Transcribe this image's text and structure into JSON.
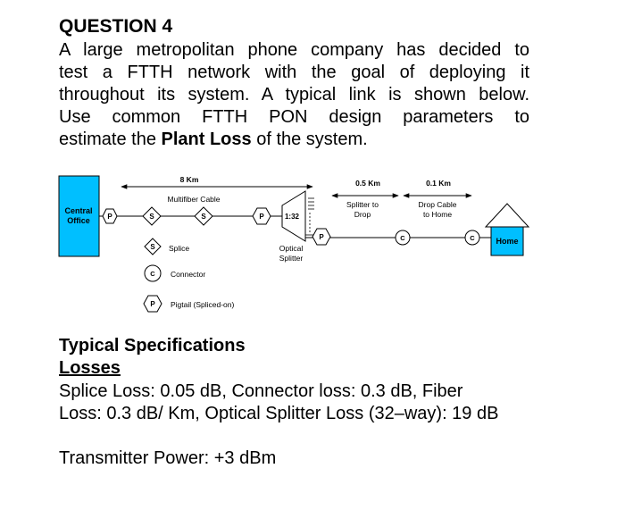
{
  "question": {
    "title": "QUESTION 4",
    "body_lines": [
      "A large metropolitan phone company has decided to",
      "test a FTTH network with the goal of deploying it",
      "throughout its system. A typical link is shown below.",
      "Use common FTTH PON design parameters to"
    ],
    "last_line_prefix": "estimate the ",
    "last_line_bold": "Plant Loss",
    "last_line_suffix": " of the system."
  },
  "diagram": {
    "central_office_line1": "Central",
    "central_office_line2": "Office",
    "distance_8km": "8 Km",
    "multifiber_cable": "Multifiber Cable",
    "distance_05km": "0.5 Km",
    "splitter_to_drop_1": "Splitter to",
    "splitter_to_drop_2": "Drop",
    "distance_01km": "0.1 Km",
    "drop_cable_1": "Drop Cable",
    "drop_cable_2": "to Home",
    "splitter_ratio": "1:32",
    "optical_splitter_1": "Optical",
    "optical_splitter_2": "Splitter",
    "home": "Home",
    "symbol_p": "P",
    "symbol_s": "S",
    "symbol_c": "C",
    "legend_splice": "Splice",
    "legend_connector": "Connector",
    "legend_pigtail": "Pigtail (Spliced-on)",
    "colors": {
      "box_fill": "#00bfff",
      "line": "#000000"
    }
  },
  "specs": {
    "title": "Typical Specifications",
    "losses_title": "Losses",
    "losses_line1": "Splice Loss: 0.05 dB, Connector loss: 0.3 dB, Fiber",
    "losses_line2": "Loss: 0.3 dB/ Km, Optical Splitter Loss (32–way): 19 dB",
    "transmitter": "Transmitter Power: +3 dBm"
  }
}
